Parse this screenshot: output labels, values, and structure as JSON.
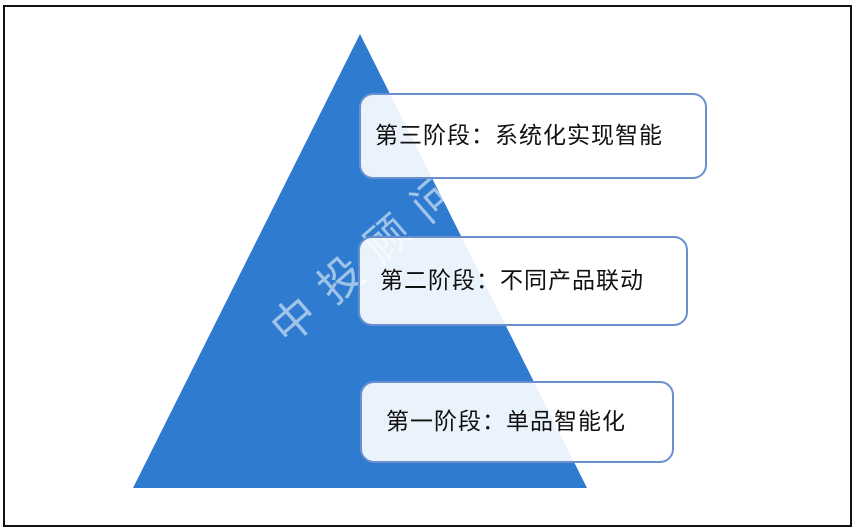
{
  "diagram": {
    "type": "pyramid",
    "colors": {
      "pyramid_fill": "#2e7bcf",
      "box_border": "#6a8fcf",
      "box_fill": "#ffffff",
      "text": "#111111",
      "frame_border": "#111111"
    },
    "stages": [
      {
        "level": 3,
        "label": "第三阶段：系统化实现智能"
      },
      {
        "level": 2,
        "label": "第二阶段：不同产品联动"
      },
      {
        "level": 1,
        "label": "第一阶段：单品智能化"
      }
    ],
    "watermark": "中投顾问"
  }
}
